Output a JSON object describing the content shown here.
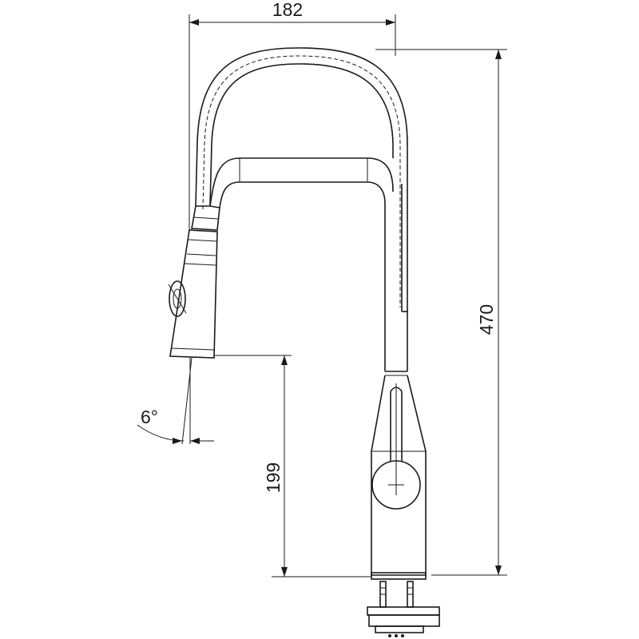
{
  "dimensions": {
    "width": "182",
    "height_total": "470",
    "spout_height": "199",
    "angle": "6°"
  }
}
